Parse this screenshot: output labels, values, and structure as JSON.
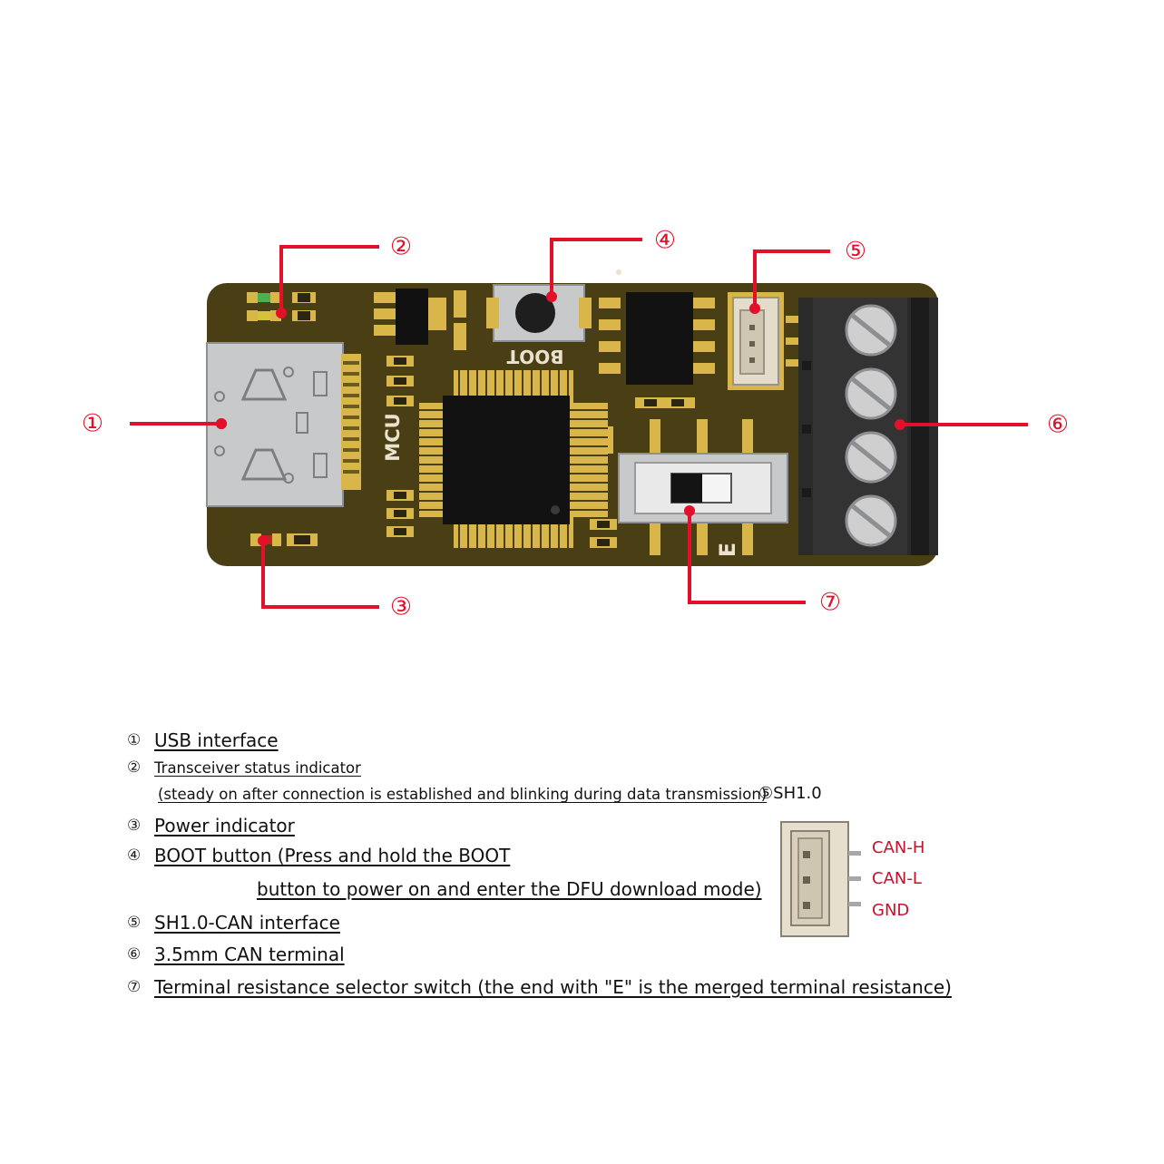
{
  "colors": {
    "callout": "#e3102a",
    "pcb": "#4a3e14",
    "pad": "#d9b64a",
    "pin_label": "#c8102e"
  },
  "board": {
    "silkscreen_mcu": "MCU",
    "silkscreen_boot": "BOOT",
    "silkscreen_e": "E"
  },
  "callouts": [
    {
      "num": "①",
      "target": "usb-interface"
    },
    {
      "num": "②",
      "target": "transceiver-status-indicator"
    },
    {
      "num": "③",
      "target": "power-indicator"
    },
    {
      "num": "④",
      "target": "boot-button"
    },
    {
      "num": "⑤",
      "target": "sh10-can-interface"
    },
    {
      "num": "⑥",
      "target": "can-terminal"
    },
    {
      "num": "⑦",
      "target": "terminal-resistance-switch"
    }
  ],
  "legend": [
    {
      "marker": "①",
      "text": "USB interface"
    },
    {
      "marker": "②",
      "text": "Transceiver status indicator ",
      "sub": "(steady on after connection is established and blinking during data transmission)"
    },
    {
      "marker": "③",
      "text": "Power indicator "
    },
    {
      "marker": "④",
      "text": "BOOT button (Press and hold the BOOT",
      "sub": "button to power on and enter the DFU download mode)"
    },
    {
      "marker": "⑤",
      "text": "SH1.0-CAN interface"
    },
    {
      "marker": "⑥",
      "text": "3.5mm CAN terminal"
    },
    {
      "marker": "⑦",
      "text": "Terminal resistance selector switch (the end with \"E\" is the merged terminal resistance)"
    }
  ],
  "sh10_inset": {
    "title": "⑤SH1.0",
    "pins": [
      "CAN-H",
      "CAN-L",
      "GND"
    ]
  }
}
